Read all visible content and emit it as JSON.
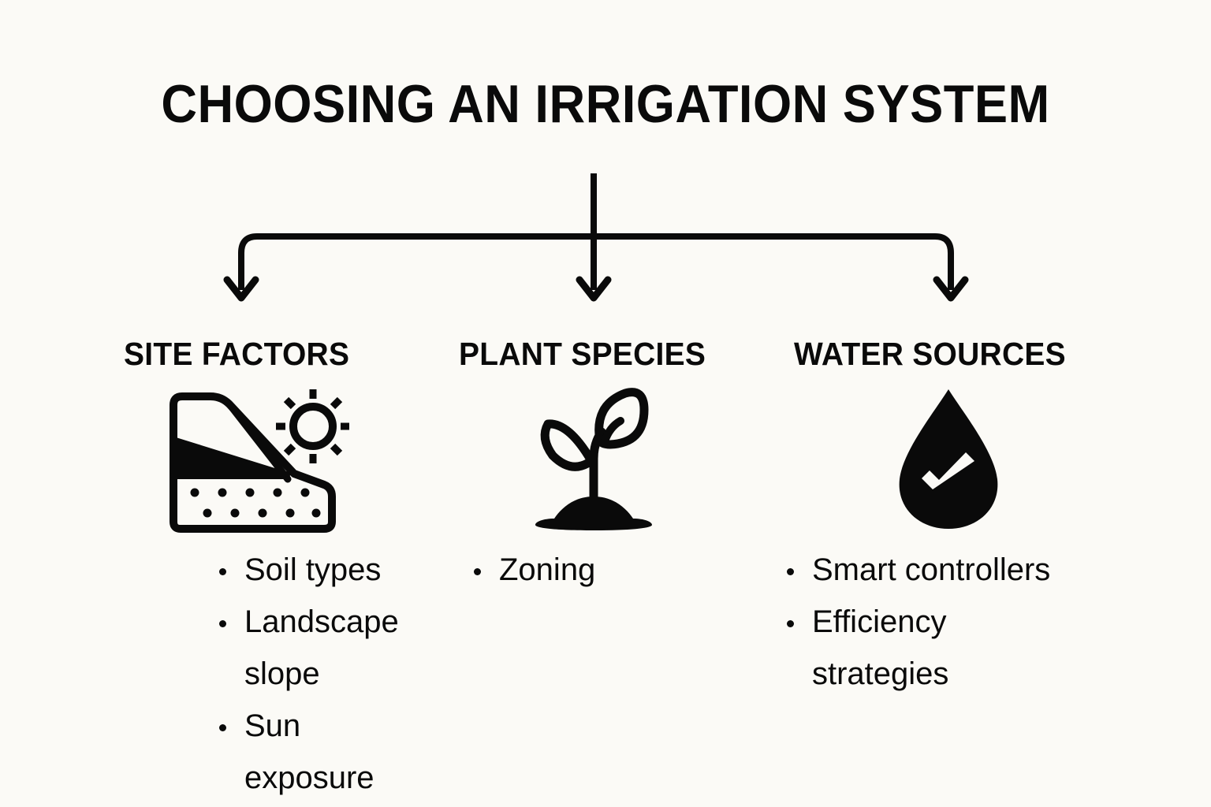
{
  "page": {
    "title": "CHOOSING AN IRRIGATION SYSTEM",
    "background_color": "#fbfaf6",
    "ink_color": "#0a0a0a"
  },
  "connector": {
    "description": "vertical stem from title splitting into three down arrows",
    "arrow_count": 3
  },
  "columns": [
    {
      "header": "SITE FACTORS",
      "icon": "soil-slope-sun-icon",
      "items": [
        "Soil types",
        "Landscape slope",
        "Sun exposure"
      ]
    },
    {
      "header": "PLANT SPECIES",
      "icon": "seedling-sprout-icon",
      "items": [
        "Zoning"
      ]
    },
    {
      "header": "WATER SOURCES",
      "icon": "water-drop-check-icon",
      "items": [
        "Smart controllers",
        "Efficiency\nstrategies"
      ]
    }
  ]
}
